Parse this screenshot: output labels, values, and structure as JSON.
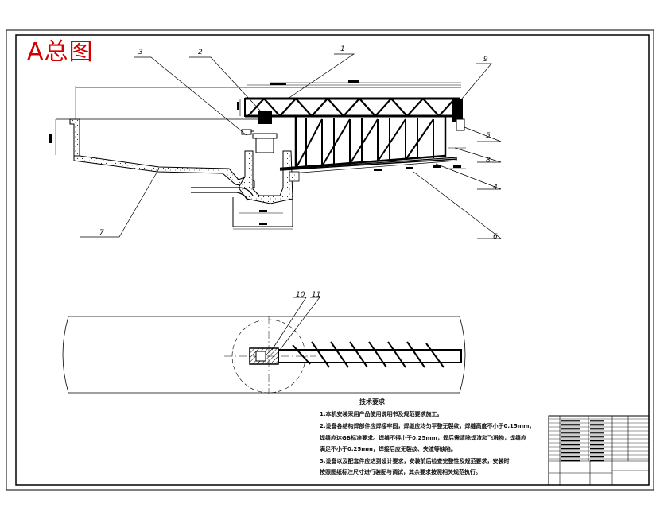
{
  "title": "A总图",
  "callouts": [
    "1",
    "2",
    "3",
    "4",
    "5",
    "6",
    "7",
    "8",
    "9",
    "10",
    "11"
  ],
  "technical_requirements": {
    "heading": "技术要求",
    "lines": [
      "1.本机安装采用产品使用说明书及规范要求施工。",
      "2.设备各结构焊部件应焊接牢固，焊缝应均匀平整无裂纹，焊缝高度不小于0.15mm，",
      "  焊缝应达GB标准要求。焊缝不得小于0.25mm，焊后需清除焊渣和飞溅物，焊缝应",
      "  满足不小于0.25mm，焊接后应无裂纹、夹渣等缺陷。",
      "3.设备以及配套件应达到设计要求，安装前后检查完整性及规范要求，安装时",
      "  按照图纸标注尺寸进行装配与调试，其余要求按照相关规范执行。"
    ]
  },
  "colors": {
    "title": "#d40000",
    "line": "#000000",
    "fill": "#dcdcdc"
  }
}
